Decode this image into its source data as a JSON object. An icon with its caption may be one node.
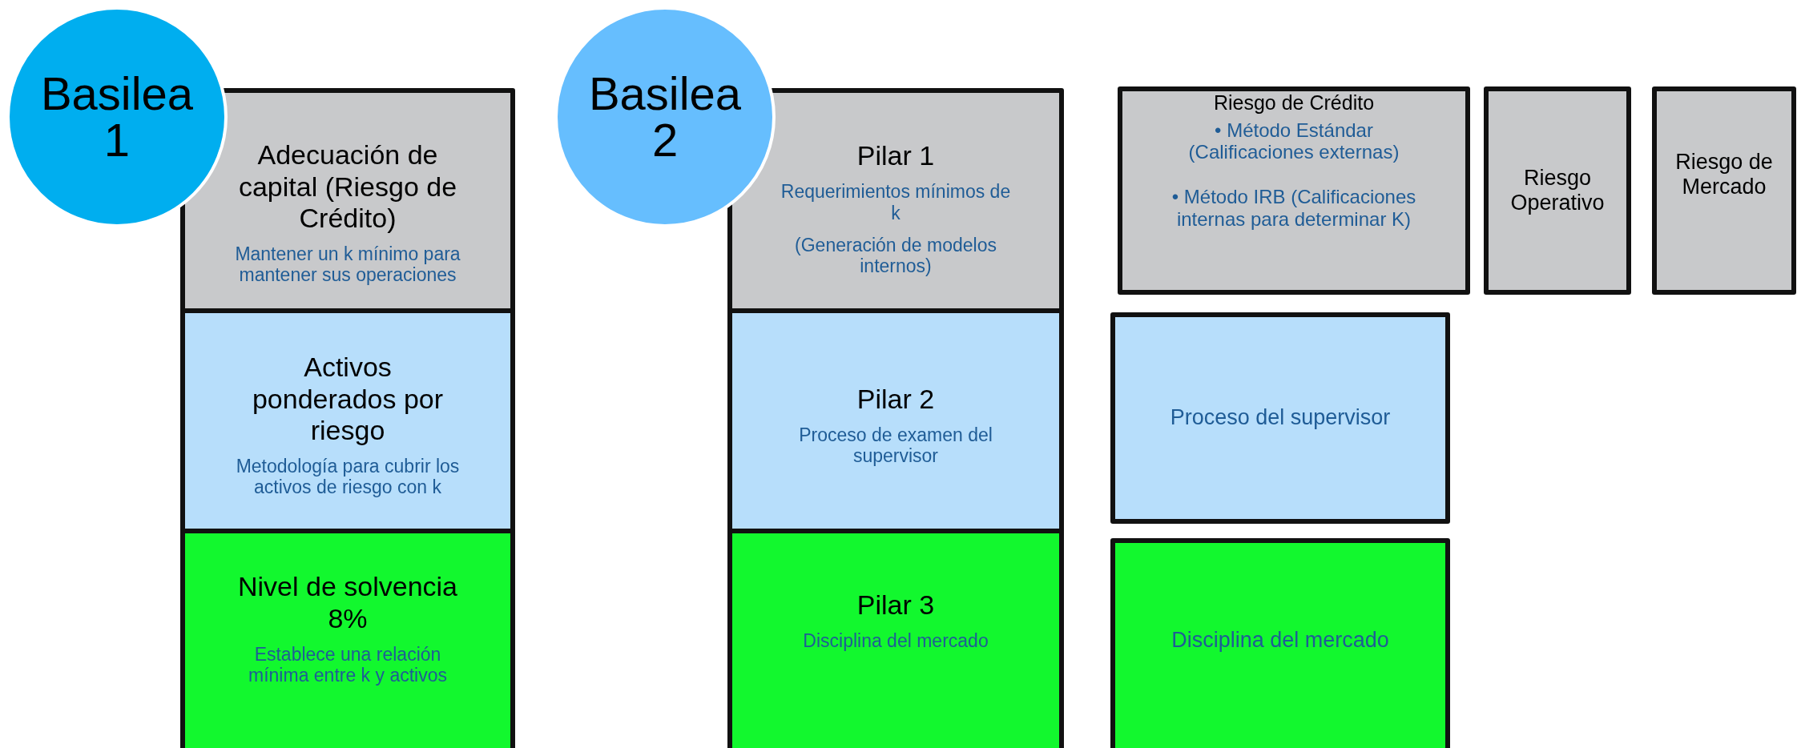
{
  "diagram": {
    "nodes": [
      {
        "text": [
          "Basilea 1"
        ]
      },
      {
        "text": [
          "Adecuación de capital (Riesgo de Crédito)",
          "Mantener un k mínimo para mantener sus operaciones"
        ]
      },
      {
        "text": [
          "Activos ponderados por riesgo",
          "Metodología para cubrir los activos de riesgo con k"
        ]
      },
      {
        "text": [
          "Nivel de solvencia 8%",
          "Establece una relación mínima entre k y activos"
        ]
      },
      {
        "text": [
          "Basilea 2"
        ]
      },
      {
        "text": [
          "Pilar 1",
          "Requerimientos mínimos de k",
          "(Generación de modelos internos)"
        ]
      },
      {
        "text": [
          "Pilar 2",
          "Proceso de examen del supervisor"
        ]
      },
      {
        "text": [
          "Pilar 3",
          "Disciplina del mercado"
        ]
      },
      {
        "text": [
          "Riesgo de Crédito",
          "• Método Estándar (Calificaciones externas)",
          "• Método IRB (Calificaciones internas para determinar K)"
        ]
      },
      {
        "text": [
          "Riesgo Operativo"
        ]
      },
      {
        "text": [
          "Riesgo de Mercado"
        ]
      },
      {
        "text": [
          "Proceso del supervisor"
        ]
      },
      {
        "text": [
          "Disciplina del mercado"
        ]
      }
    ]
  }
}
